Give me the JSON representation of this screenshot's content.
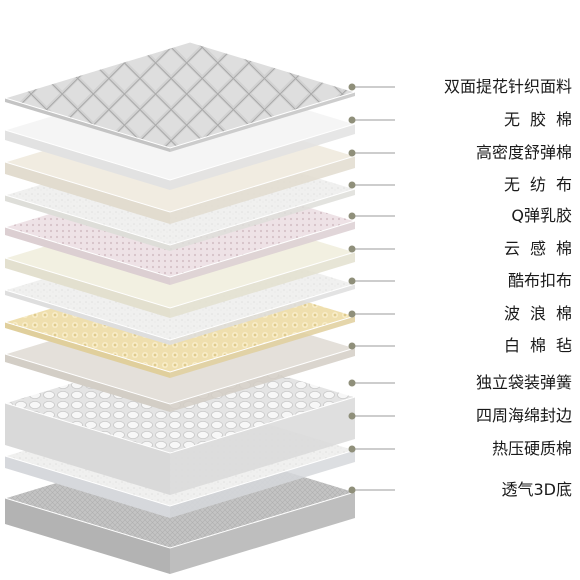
{
  "title": "",
  "layers": [
    {
      "label": "双面提花针织面料",
      "spaced": false,
      "pattern": "quilt",
      "top": "#d5d5d5",
      "front": "#c4c4c4"
    },
    {
      "label": "无胶棉",
      "spaced": true,
      "pattern": "plain",
      "top": "#f5f5f5",
      "front": "#e2e2e2"
    },
    {
      "label": "高密度舒弹棉",
      "spaced": false,
      "pattern": "plain",
      "top": "#f1ece1",
      "front": "#e2dccf"
    },
    {
      "label": "无纺布",
      "spaced": true,
      "pattern": "fabric",
      "top": "#eeeeec",
      "front": "#deded9"
    },
    {
      "label": "Q弹乳胶",
      "spaced": false,
      "pattern": "dots",
      "top": "#ede3e6",
      "front": "#dccfd2"
    },
    {
      "label": "云感棉",
      "spaced": true,
      "pattern": "plain",
      "top": "#f2f0e1",
      "front": "#e3e0cf"
    },
    {
      "label": "酷布扣布",
      "spaced": false,
      "pattern": "fabric",
      "top": "#eeeeee",
      "front": "#dedede"
    },
    {
      "label": "波浪棉",
      "spaced": true,
      "pattern": "egg",
      "top": "#efe0b0",
      "front": "#e0cf9c"
    },
    {
      "label": "白棉毡",
      "spaced": true,
      "pattern": "plain",
      "top": "#e4e0da",
      "front": "#d3cec6"
    },
    {
      "label": "独立袋装弹簧",
      "spaced": false,
      "pattern": "spring",
      "top": "#eaeaea",
      "front": "#d9d9d9"
    },
    {
      "label": "四周海绵封边",
      "spaced": false,
      "pattern": "plain",
      "top": "#eeeeee",
      "front": "#dddddd"
    },
    {
      "label": "热压硬质棉",
      "spaced": false,
      "pattern": "fabric",
      "top": "#e8eaee",
      "front": "#d6d8dc"
    },
    {
      "label": "透气3D底",
      "spaced": false,
      "pattern": "mesh",
      "top": "#c7c7c7",
      "front": "#b3b3b3"
    }
  ]
}
